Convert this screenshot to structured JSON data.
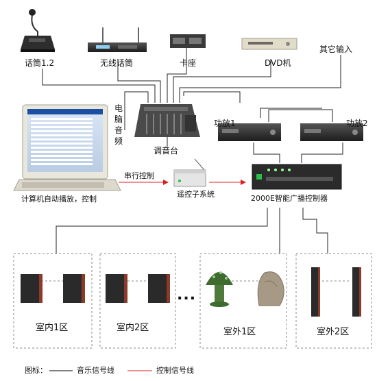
{
  "devices": {
    "mic": "话筒1.2",
    "wireless_mic": "无线话筒",
    "cassette": "卡座",
    "dvd": "DVD机",
    "other_input": "其它输入",
    "computer_audio": "电脑音频",
    "mixer": "调音台",
    "amp1": "功放1",
    "amp2": "功放2",
    "serial_control": "串行控制",
    "remote_subsystem": "遥控子系统",
    "controller": "2000E智能广播控制器",
    "computer": "计算机自动播放，控制"
  },
  "zones": {
    "indoor1": "室内1区",
    "indoor2": "室内2区",
    "outdoor1": "室外1区",
    "outdoor2": "室外2区"
  },
  "ellipsis": "...",
  "legend": {
    "title": "图标：",
    "music_line": "音乐信号线",
    "control_line": "控制信号线",
    "music_color": "#000000",
    "control_color": "#e02020"
  }
}
